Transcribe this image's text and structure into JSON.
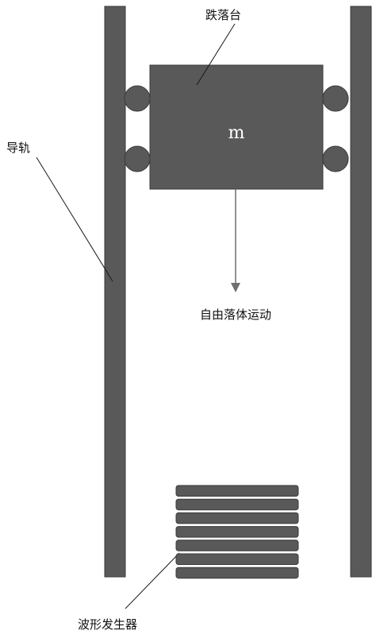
{
  "labels": {
    "drop_table": "跌落台",
    "guide_rail": "导轨",
    "mass": "m",
    "free_fall": "自由落体运动",
    "waveform_generator": "波形发生器"
  },
  "colors": {
    "component_fill": "#595959",
    "component_stroke": "#3a3a3a",
    "mass_text": "#ffffff",
    "line": "#1a1a1a",
    "arrow": "#6e6e6e",
    "background": "#ffffff"
  },
  "waveform_generator_layers": 7
}
